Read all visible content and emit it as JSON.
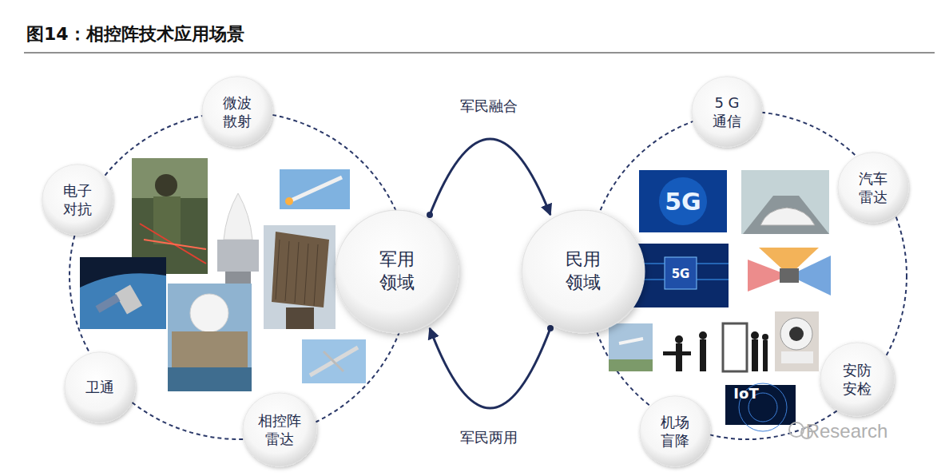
{
  "diagram": {
    "title": "图14：相控阵技术应用场景",
    "nodes": [
      {
        "text": [
          "军用 领域"
        ]
      },
      {
        "text": [
          "民用 领域"
        ]
      },
      {
        "text": [
          "微波 散射"
        ]
      },
      {
        "text": [
          "电子 对抗"
        ]
      },
      {
        "text": [
          "卫通"
        ]
      },
      {
        "text": [
          "相控阵 雷达"
        ]
      },
      {
        "text": [
          "5 G 通信"
        ]
      },
      {
        "text": [
          "汽车 雷达"
        ]
      },
      {
        "text": [
          "安防 安检"
        ]
      },
      {
        "text": [
          "机场 盲降"
        ]
      }
    ],
    "edges": [
      {
        "from": 0,
        "to": 1,
        "arrow": "to",
        "label": "军民融合"
      },
      {
        "from": 1,
        "to": 0,
        "arrow": "to",
        "label": "军民两用"
      }
    ],
    "labels": [
      "5G",
      "5G",
      "IoT",
      "Research"
    ]
  }
}
